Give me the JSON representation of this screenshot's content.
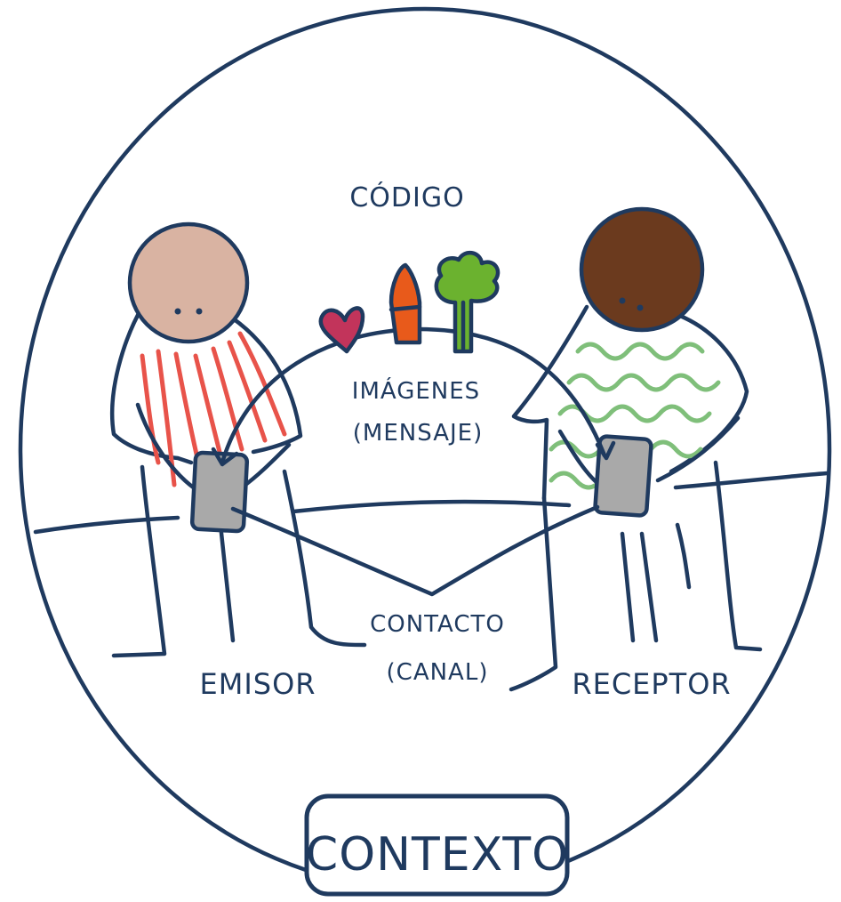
{
  "labels": {
    "codigo": "CÓDIGO",
    "mensaje_line1": "IMÁGENES",
    "mensaje_line2": "(MENSAJE)",
    "canal_line1": "CONTACTO",
    "canal_line2": "(CANAL)",
    "emisor": "EMISOR",
    "receptor": "RECEPTOR",
    "contexto": "CONTEXTO"
  },
  "colors": {
    "ink": "#1f3a5f",
    "emisor_skin": "#d9b3a2",
    "receptor_skin": "#6b3a1e",
    "emisor_stripes": "#e8534a",
    "receptor_waves": "#7fbf7a",
    "phone": "#a9a9a9",
    "heart": "#c2345b",
    "carrot": "#e85a1b",
    "broccoli": "#6bb22f"
  },
  "icons": [
    "heart-icon",
    "carrot-icon",
    "broccoli-icon",
    "phone-icon"
  ]
}
